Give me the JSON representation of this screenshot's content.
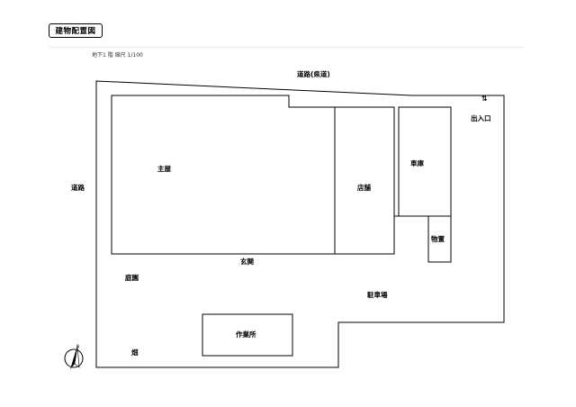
{
  "header": {
    "title": "建物配置図",
    "meta": "地下1 階 縮尺 1/100"
  },
  "labels": {
    "road_top": "道路(県道)",
    "road_left": "道路",
    "entrance": "出入口",
    "arrows": "⇅",
    "main_house": "主屋",
    "shop": "店舗",
    "garage": "車庫",
    "storage": "物置",
    "foyer": "玄関",
    "garden": "庭園",
    "parking": "駐車場",
    "workshop": "作業所",
    "field": "畑"
  },
  "icons": {
    "compass": "north-arrow-icon"
  }
}
